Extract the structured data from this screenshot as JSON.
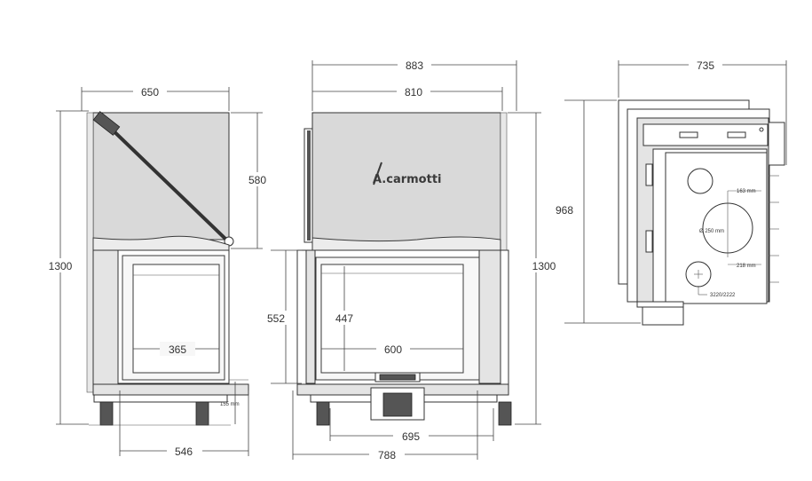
{
  "logo": {
    "text": "A.carmotti"
  },
  "side_view": {
    "dim_top_width": "650",
    "dim_upper_height": "580",
    "dim_total_height": "1300",
    "dim_opening_width": "365",
    "dim_base_width": "546",
    "dim_base_height": "155 mm"
  },
  "front_view": {
    "dim_outer_width": "883",
    "dim_hood_width": "810",
    "dim_total_height": "1300",
    "dim_opening_height": "552",
    "dim_glass_height": "447",
    "dim_glass_width": "600",
    "dim_base_inner_width": "695",
    "dim_base_width": "788"
  },
  "top_view": {
    "dim_width": "735",
    "dim_depth": "968",
    "label_offset": "163 mm",
    "label_diameter": "Ø 250 mm",
    "label_offset2": "218 mm",
    "label_code": "3220/2222"
  },
  "colors": {
    "line": "#3a3a3a",
    "panel": "#d9d9d9",
    "background": "#ffffff"
  }
}
